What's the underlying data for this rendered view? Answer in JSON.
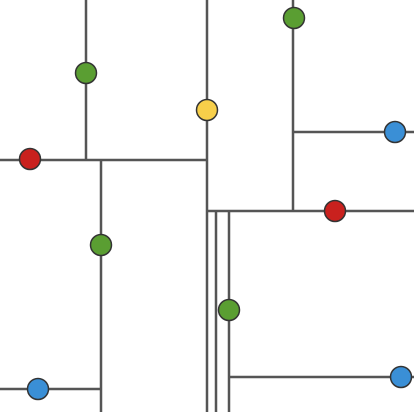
{
  "colors": {
    "background": "#ffffff",
    "track": "#555555",
    "outline": "#333333",
    "green": "#5a9e32",
    "yellow": "#f7cf4a",
    "red": "#c9211e",
    "blue": "#3a8fd6"
  },
  "board": {
    "tracks": [
      {
        "id": "track-top-left-vertical"
      },
      {
        "id": "track-center-vertical"
      },
      {
        "id": "track-upper-horizontal"
      },
      {
        "id": "track-left-lower-vertical"
      },
      {
        "id": "track-bottom-left-horizontal"
      },
      {
        "id": "track-right-upper-vertical"
      },
      {
        "id": "track-right-upper-horizontal"
      },
      {
        "id": "track-middle-horizontal"
      },
      {
        "id": "track-center-lower-vertical"
      },
      {
        "id": "track-right-lower-vertical"
      },
      {
        "id": "track-bottom-right-horizontal"
      }
    ],
    "nodes": [
      {
        "id": "node-green-1",
        "color": "green"
      },
      {
        "id": "node-yellow-1",
        "color": "yellow"
      },
      {
        "id": "node-green-2",
        "color": "green"
      },
      {
        "id": "node-red-1",
        "color": "red"
      },
      {
        "id": "node-blue-1",
        "color": "blue"
      },
      {
        "id": "node-green-3",
        "color": "green"
      },
      {
        "id": "node-red-2",
        "color": "red"
      },
      {
        "id": "node-green-4",
        "color": "green"
      },
      {
        "id": "node-blue-2",
        "color": "blue"
      },
      {
        "id": "node-blue-3",
        "color": "blue"
      }
    ]
  }
}
